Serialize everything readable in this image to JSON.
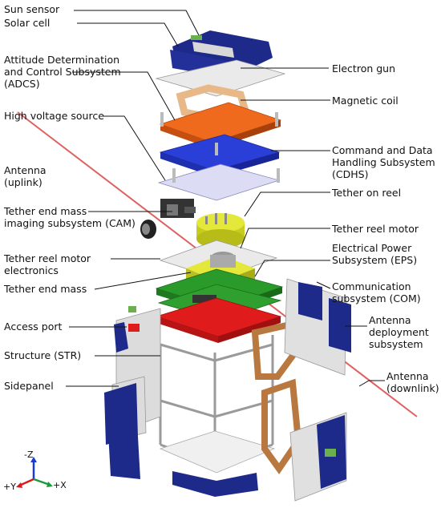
{
  "labels": {
    "sun_sensor": "Sun sensor",
    "solar_cell": "Solar cell",
    "adcs": "Attitude Determination\nand Control Subsystem\n(ADCS)",
    "high_voltage": "High voltage source",
    "antenna_uplink": "Antenna\n(uplink)",
    "tether_end_mass_imaging": "Tether end mass\nimaging subsystem (CAM)",
    "tether_reel_motor_electronics": "Tether reel motor\nelectronics",
    "tether_end_mass": "Tether end mass",
    "access_port": "Access port",
    "structure": "Structure (STR)",
    "sidepanel": "Sidepanel",
    "electron_gun": "Electron gun",
    "magnetic_coil": "Magnetic coil",
    "cdhs": "Command and Data\nHandling Subsystem\n(CDHS)",
    "tether_on_reel": "Tether on reel",
    "tether_reel_motor": "Tether reel motor",
    "eps": "Electrical Power\nSubsystem (EPS)",
    "com": "Communication\nsubsystem (COM)",
    "antenna_deployment": "Antenna\ndeployment\nsubsystem",
    "antenna_downlink": "Antenna\n(downlink)"
  },
  "axes": {
    "z": "-Z",
    "y": "+Y",
    "x": "+X"
  },
  "colors": {
    "solar_panel": "#1e2a8a",
    "adcs_board": "#f06a1e",
    "cdhs_board": "#2a3fd8",
    "eps_board": "#2a9a2a",
    "com_board": "#e01b1b",
    "tether_reel": "#d8dc2a",
    "coil": "#e8b888",
    "antenna": "#e04040",
    "axis_z": "#1a3ad8",
    "axis_x": "#1a9a3a",
    "axis_y": "#d81a1a"
  }
}
